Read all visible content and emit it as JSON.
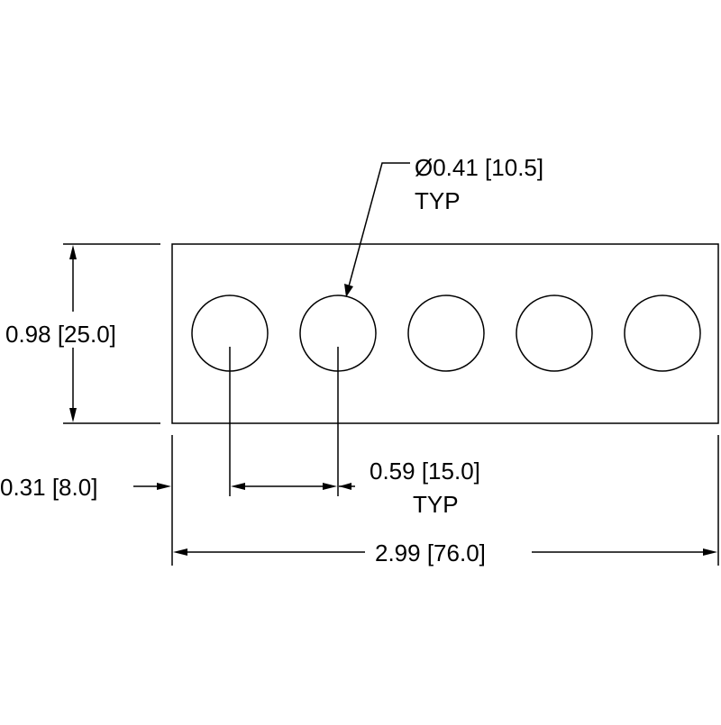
{
  "hole_callout": {
    "diameter": "Ø0.41 [10.5]",
    "note": "TYP"
  },
  "height_dim": {
    "label": "0.98 [25.0]"
  },
  "edge_offset_dim": {
    "label": "0.31 [8.0]"
  },
  "spacing_dim": {
    "label": "0.59 [15.0]",
    "note": "TYP"
  },
  "width_dim": {
    "label": "2.99 [76.0]"
  },
  "hole_count": 5,
  "colors": {
    "line": "#000000",
    "background": "#ffffff"
  }
}
